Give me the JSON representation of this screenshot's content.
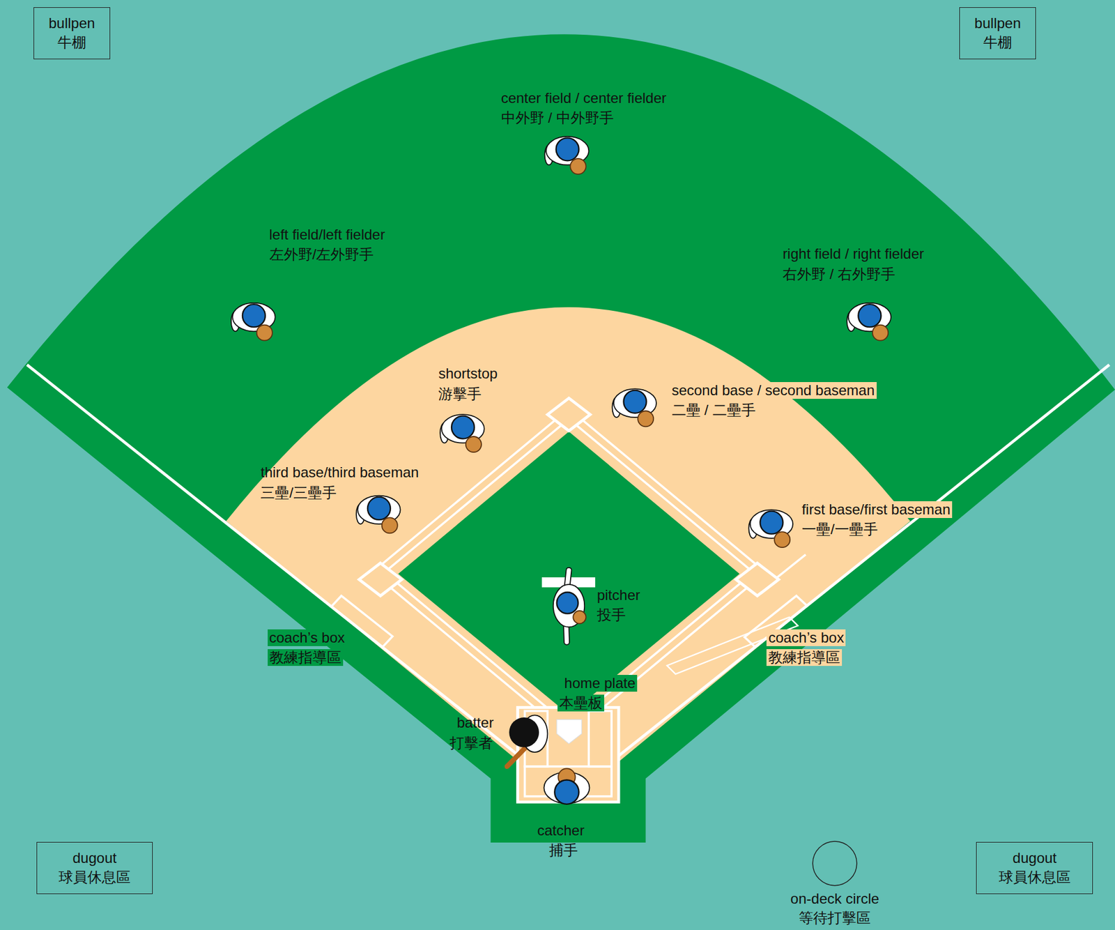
{
  "diagram": {
    "nodes": [
      {
        "text": [
          "bullpen",
          "牛棚"
        ]
      },
      {
        "text": [
          "bullpen",
          "牛棚"
        ]
      },
      {
        "text": [
          "dugout",
          "球員休息區"
        ]
      },
      {
        "text": [
          "dugout",
          "球員休息區"
        ]
      },
      {
        "text": [
          "on-deck circle",
          "等待打擊區"
        ]
      }
    ],
    "labels": [
      "center field / center fielder",
      "中外野 / 中外野手",
      "left field/left fielder",
      "左外野/左外野手",
      "right field / right fielder",
      "右外野 / 右外野手",
      "shortstop",
      "游擊手",
      "second base / second baseman",
      "二壘 / 二壘手",
      "third base/third baseman",
      "三壘/三壘手",
      "first base/first baseman",
      "一壘/一壘手",
      "pitcher",
      "投手",
      "coach’s box",
      "教練指導區",
      "coach’s box",
      "教練指導區",
      "home plate",
      "本壘板",
      "batter",
      "打擊者",
      "catcher",
      "捕手"
    ]
  }
}
